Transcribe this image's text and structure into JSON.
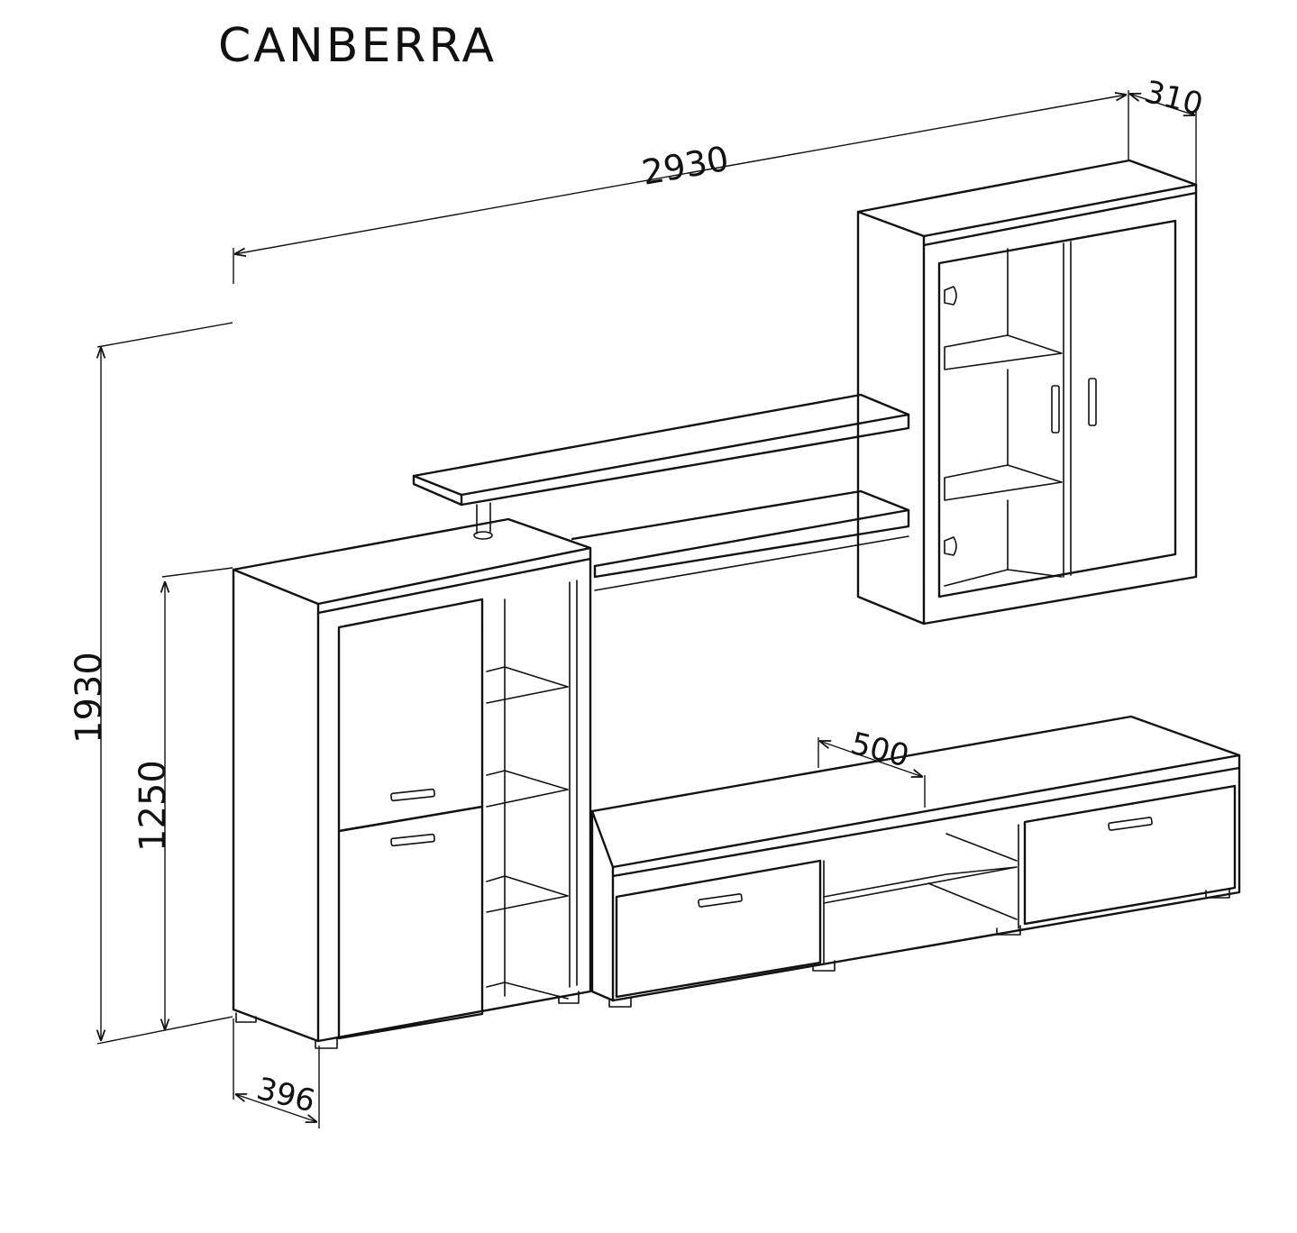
{
  "title": "CANBERRA",
  "dimensions": {
    "total_width": "2930",
    "total_height": "1930",
    "tall_cabinet_height": "1250",
    "tall_cabinet_depth": "396",
    "wall_cabinet_depth": "310",
    "tv_unit_depth": "500"
  },
  "colors": {
    "line": "#111111",
    "background": "#ffffff"
  }
}
